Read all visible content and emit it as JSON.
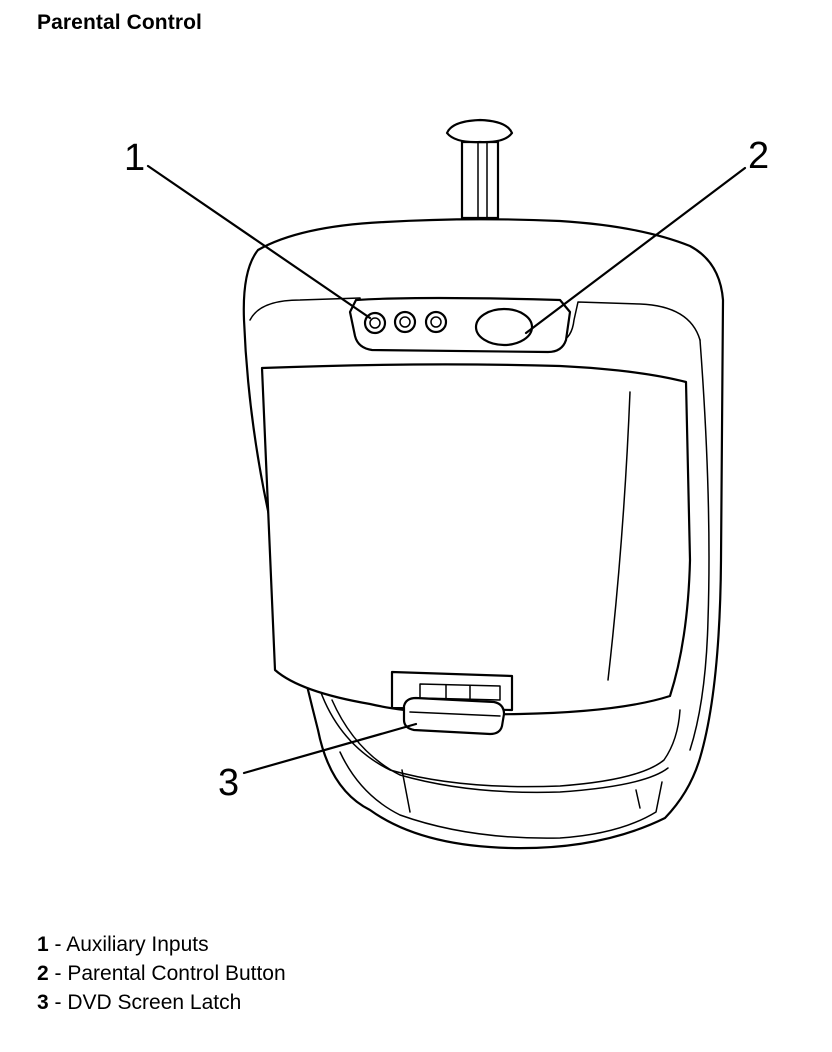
{
  "title": "Parental Control",
  "callouts": [
    {
      "number": "1",
      "label": "Auxiliary Inputs"
    },
    {
      "number": "2",
      "label": "Parental Control Button"
    },
    {
      "number": "3",
      "label": "DVD Screen Latch"
    }
  ],
  "legend_separator": "-"
}
